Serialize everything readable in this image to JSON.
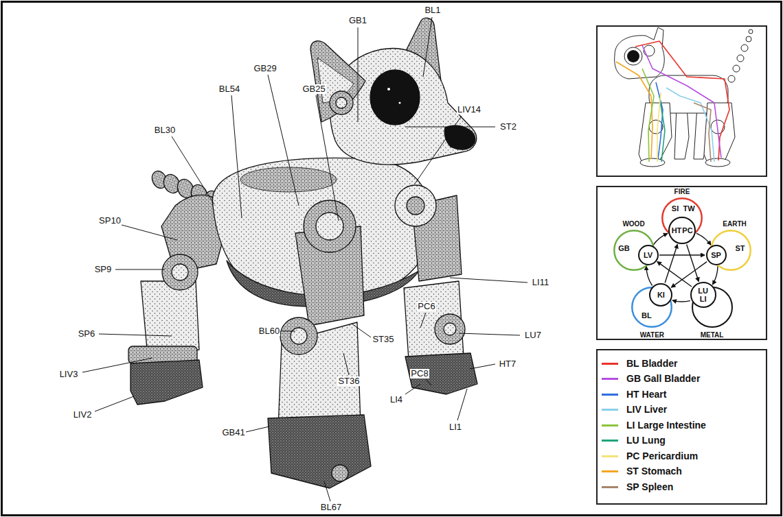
{
  "diagram": {
    "nodes": [
      {
        "text": [
          "FIRE",
          "SI",
          "TW"
        ]
      },
      {
        "text": [
          "HT",
          "PC"
        ]
      },
      {
        "text": [
          "WOOD",
          "GB"
        ]
      },
      {
        "text": [
          "LV"
        ]
      },
      {
        "text": [
          "EARTH",
          "ST"
        ]
      },
      {
        "text": [
          "SP"
        ]
      },
      {
        "text": [
          "WATER",
          "BL"
        ]
      },
      {
        "text": [
          "KI"
        ]
      },
      {
        "text": [
          "METAL"
        ]
      },
      {
        "text": [
          "LU",
          "LI"
        ]
      }
    ],
    "edges": [
      {
        "from": 1,
        "to": 5,
        "arrow": "to"
      },
      {
        "from": 5,
        "to": 9,
        "arrow": "to"
      },
      {
        "from": 9,
        "to": 7,
        "arrow": "to"
      },
      {
        "from": 7,
        "to": 3,
        "arrow": "to"
      },
      {
        "from": 3,
        "to": 1,
        "arrow": "to"
      },
      {
        "from": 1,
        "to": 9,
        "arrow": "to"
      },
      {
        "from": 9,
        "to": 3,
        "arrow": "to"
      },
      {
        "from": 3,
        "to": 5,
        "arrow": "to"
      },
      {
        "from": 5,
        "to": 7,
        "arrow": "to"
      },
      {
        "from": 7,
        "to": 1,
        "arrow": "to"
      }
    ],
    "labels": [
      "GB1",
      "BL1",
      "ST2",
      "BL54",
      "GB29",
      "GB25",
      "BL30",
      "LIV14",
      "SP10",
      "LI11",
      "SP9",
      "SP6",
      "PC6",
      "LU7",
      "BL60",
      "ST36",
      "ST35",
      "HT7",
      "LIV3",
      "PC8",
      "LIV2",
      "LI4",
      "LI1",
      "GB41",
      "BL67"
    ],
    "legend": [
      {
        "text": "BL Bladder",
        "color": "#e8332a"
      },
      {
        "text": "GB Gall Bladder",
        "color": "#b44ee0"
      },
      {
        "text": "HT Heart",
        "color": "#2f6ee0"
      },
      {
        "text": "LIV Liver",
        "color": "#8ad0ea"
      },
      {
        "text": "LI Large Intestine",
        "color": "#8cc43c"
      },
      {
        "text": "LU Lung",
        "color": "#1fa37a"
      },
      {
        "text": "PC Pericardium",
        "color": "#f3e27a"
      },
      {
        "text": "ST Stomach",
        "color": "#f4a623"
      },
      {
        "text": "SP Spleen",
        "color": "#a8866a"
      }
    ]
  }
}
